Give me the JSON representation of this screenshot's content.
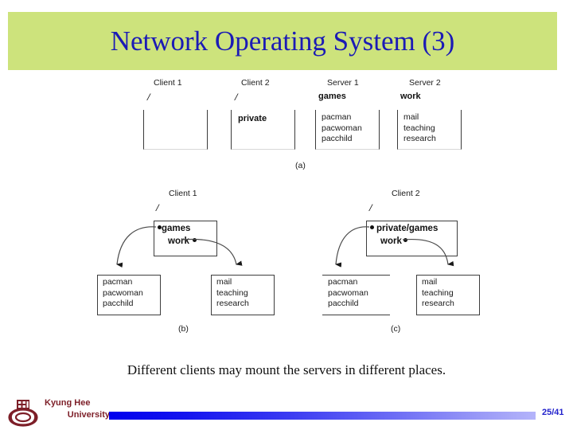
{
  "slide": {
    "title": "Network Operating System (3)",
    "caption": "Different clients may mount the servers in different places.",
    "banner_color": "#cde37c",
    "title_color": "#1b1bb5"
  },
  "diagram": {
    "panel_a": {
      "caption": "(a)",
      "columns": [
        {
          "title": "Client 1",
          "root": "/",
          "header": "",
          "entries": ""
        },
        {
          "title": "Client 2",
          "root": "/",
          "header": "",
          "entries": "private"
        },
        {
          "title": "Server 1",
          "root": "",
          "header": "games",
          "entries": "pacman\npacwoman\npacchild"
        },
        {
          "title": "Server 2",
          "root": "",
          "header": "work",
          "entries": "mail\nteaching\nresearch"
        }
      ]
    },
    "panel_b": {
      "caption": "(b)",
      "title": "Client 1",
      "root": "/",
      "mount_games": "games",
      "mount_work": "work",
      "target_left": "pacman\npacwoman\npacchild",
      "target_right": "mail\nteaching\nresearch"
    },
    "panel_c": {
      "caption": "(c)",
      "title": "Client 2",
      "root": "/",
      "mount_games": "private/games",
      "mount_work": "work",
      "target_left": "pacman\npacwoman\npacchild",
      "target_right": "mail\nteaching\nresearch"
    }
  },
  "footer": {
    "university_line1": "Kyung Hee",
    "university_line2": "University",
    "page_number": "25/41",
    "logo_color": "#7d1f28",
    "page_number_color": "#2222cc",
    "bar_start_color": "#0000ee",
    "bar_end_color": "#b4b4fa"
  }
}
